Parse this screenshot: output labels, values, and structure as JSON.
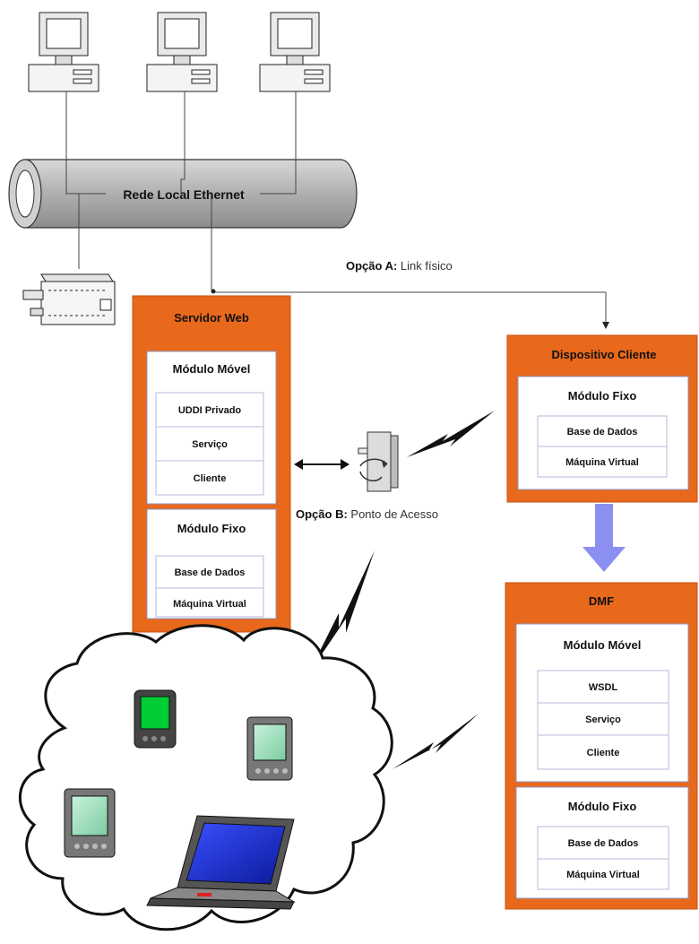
{
  "network": {
    "label": "Rede Local Ethernet"
  },
  "option_a": {
    "bold": "Opção A:",
    "text": " Link físico"
  },
  "option_b": {
    "bold": "Opção B:",
    "text": " Ponto de Acesso"
  },
  "servidor": {
    "title": "Servidor Web",
    "mobile_module": {
      "title": "Módulo Móvel",
      "items": [
        "UDDI Privado",
        "Serviço",
        "Cliente"
      ]
    },
    "fixed_module": {
      "title": "Módulo Fixo",
      "items": [
        "Base de Dados",
        "Máquina Virtual"
      ]
    }
  },
  "dispositivo": {
    "title": "Dispositivo Cliente",
    "fixed_module": {
      "title": "Módulo Fixo",
      "items": [
        "Base de Dados",
        "Máquina Virtual"
      ]
    }
  },
  "dmf": {
    "title": "DMF",
    "mobile_module": {
      "title": "Módulo Móvel",
      "items": [
        "WSDL",
        "Serviço",
        "Cliente"
      ]
    },
    "fixed_module": {
      "title": "Módulo Fixo",
      "items": [
        "Base de Dados",
        "Máquina Virtual"
      ]
    }
  },
  "colors": {
    "orange": "#e8681c",
    "arrow": "#8b8ff0",
    "pipe": "#b5b5b5",
    "pda_screen": "#00cc33",
    "laptop_screen": "#2233cc"
  }
}
